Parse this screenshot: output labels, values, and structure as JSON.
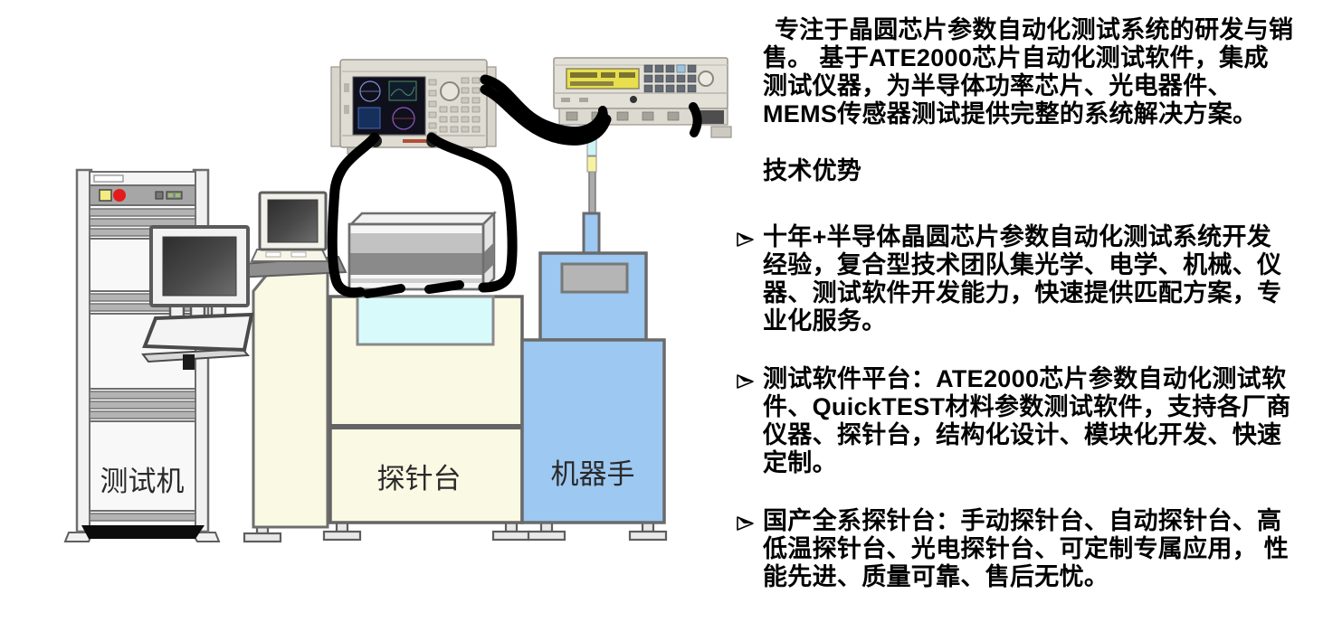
{
  "content": {
    "intro_lines": [
      "专注于晶圆芯片参数自动化测试系统的研发与销",
      "售。 基于ATE2000芯片自动化测试软件，集成",
      "测试仪器，为半导体功率芯片、光电器件、",
      "MEMS传感器测试提供完整的系统解决方案。"
    ],
    "section_title": "技术优势",
    "bullet_marker_glyph": "➢",
    "bullets": [
      {
        "lines": [
          "十年+半导体晶圆芯片参数自动化测试系统开发",
          "经验，复合型技术团队集光学、电学、机械、仪",
          "器、测试软件开发能力，快速提供匹配方案，专",
          "业化服务。"
        ]
      },
      {
        "lines": [
          "测试软件平台：ATE2000芯片参数自动化测试软",
          "件、QuickTEST材料参数测试软件，支持各厂商",
          "仪器、探针台，结构化设计、模块化开发、快速",
          "定制。"
        ]
      },
      {
        "lines": [
          "国产全系探针台：手动探针台、自动探针台、高",
          "低温探针台、光电探针台、可定制专属应用， 性",
          "能先进、质量可靠、售后无忧。"
        ]
      }
    ]
  },
  "diagram": {
    "labels": {
      "tester": "测试机",
      "prober": "探针台",
      "robot": "机器手"
    },
    "colors": {
      "cabinet_cream": "#FAF9E4",
      "robot_blue": "#9CC8F1",
      "wafer_window_cyan": "#D8FAFB",
      "cable_black": "#000000",
      "lcd_yellow": "#E8DE4E",
      "signal_pink": "#F290C8",
      "signal_cyan": "#CDF4F6",
      "signal_yellow": "#F6F2A2",
      "power_button_red": "#E51A1A",
      "power_button_yellow": "#F2EC82"
    }
  }
}
